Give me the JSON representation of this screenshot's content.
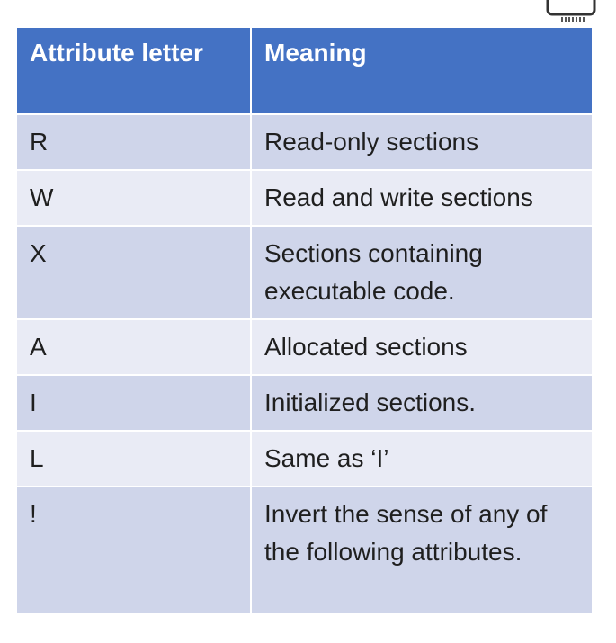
{
  "table": {
    "header": {
      "col1": "Attribute letter",
      "col2": "Meaning"
    },
    "rows": [
      {
        "letter": "R",
        "meaning": "Read-only sections"
      },
      {
        "letter": "W",
        "meaning": "Read and write sections"
      },
      {
        "letter": "X",
        "meaning": "Sections containing executable code."
      },
      {
        "letter": "A",
        "meaning": "Allocated sections"
      },
      {
        "letter": "I",
        "meaning": "Initialized sections."
      },
      {
        "letter": "L",
        "meaning": "Same as ‘I’"
      },
      {
        "letter": "!",
        "meaning": "Invert the sense of any of the following attributes."
      }
    ]
  },
  "colors": {
    "header_bg": "#4472c4",
    "header_text": "#ffffff",
    "row_odd_bg": "#cfd5ea",
    "row_even_bg": "#e9ebf5",
    "body_text": "#1f1f1f"
  },
  "icons": {
    "corner": "device-icon"
  }
}
